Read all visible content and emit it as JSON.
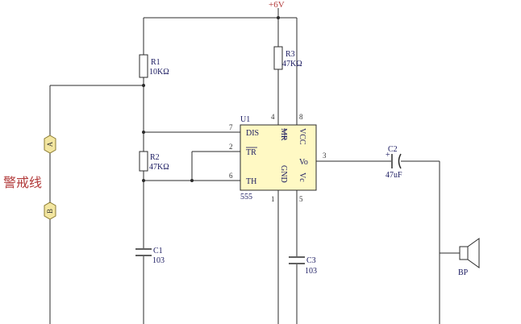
{
  "supply_label": "+6V",
  "chip": {
    "designator": "U1",
    "type": "555",
    "pin_names": {
      "dis": "DIS",
      "tr": "TR",
      "th": "TH",
      "mr": "MR",
      "vcc": "VCC",
      "gnd": "GND",
      "vc": "Vc",
      "vo": "Vo"
    },
    "pin_numbers": {
      "dis": "7",
      "tr": "2",
      "th": "6",
      "mr": "4",
      "vcc": "8",
      "gnd": "1",
      "vc": "5",
      "vo": "3"
    }
  },
  "components": {
    "r1": {
      "name": "R1",
      "value": "10KΩ"
    },
    "r2": {
      "name": "R2",
      "value": "47KΩ"
    },
    "r3": {
      "name": "R3",
      "value": "47KΩ"
    },
    "c1": {
      "name": "C1",
      "value": "103"
    },
    "c2": {
      "name": "C2",
      "value": "47uF",
      "polarity": "+"
    },
    "c3": {
      "name": "C3",
      "value": "103"
    },
    "bp": {
      "name": "BP"
    }
  },
  "connectors": {
    "a": "A",
    "b": "B"
  },
  "guard_wire_label": "警戒线",
  "colors": {
    "wire": "#2b2b2b",
    "chip_fill": "#fff9c4",
    "connector_fill": "#f3e6a0",
    "connector_stroke": "#8a7a30",
    "label_text": "#1a1a60",
    "red_text": "#b23a3a"
  }
}
